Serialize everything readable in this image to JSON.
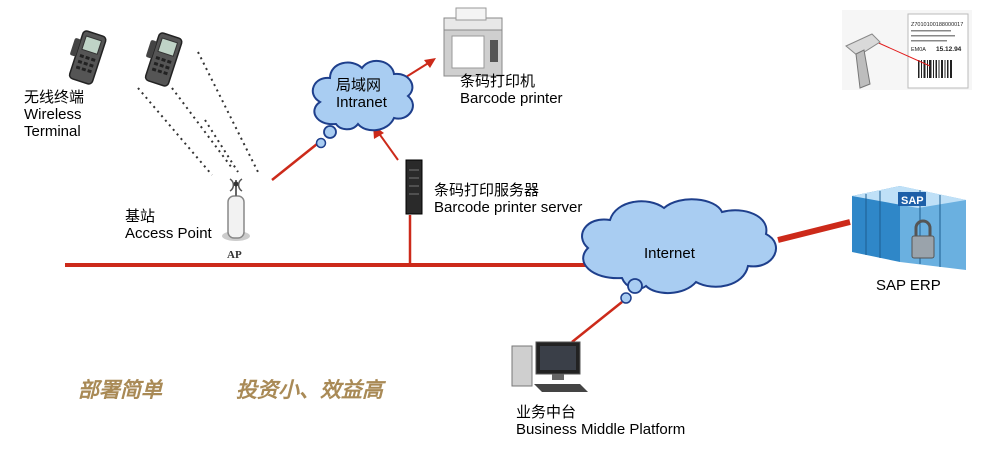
{
  "nodes": {
    "wireless_terminal": {
      "cn": "无线终端",
      "en_line1": "Wireless",
      "en_line2": "Terminal"
    },
    "access_point": {
      "cn": "基站",
      "en": "Access Point",
      "device_tag": "AP"
    },
    "intranet": {
      "cn": "局域网",
      "en": "Intranet"
    },
    "barcode_printer": {
      "cn": "条码打印机",
      "en": "Barcode printer"
    },
    "printer_server": {
      "cn": "条码打印服务器",
      "en": "Barcode printer server"
    },
    "internet": {
      "label": "Internet"
    },
    "sap_erp": {
      "label": "SAP ERP",
      "logo_text": "SAP"
    },
    "middle_platform": {
      "cn": "业务中台",
      "en": "Business Middle Platform"
    }
  },
  "label_sheet": {
    "line1": "Z7010100188000017",
    "qty": "15.12.94",
    "code": "EM0A"
  },
  "slogans": {
    "left": "部署简单",
    "right": "投资小、效益高"
  },
  "colors": {
    "link_red": "#cc2a1a",
    "cloud_fill": "#a9cdf2",
    "cloud_stroke": "#1e3f8c",
    "slogan_gold": "#a98a56"
  }
}
